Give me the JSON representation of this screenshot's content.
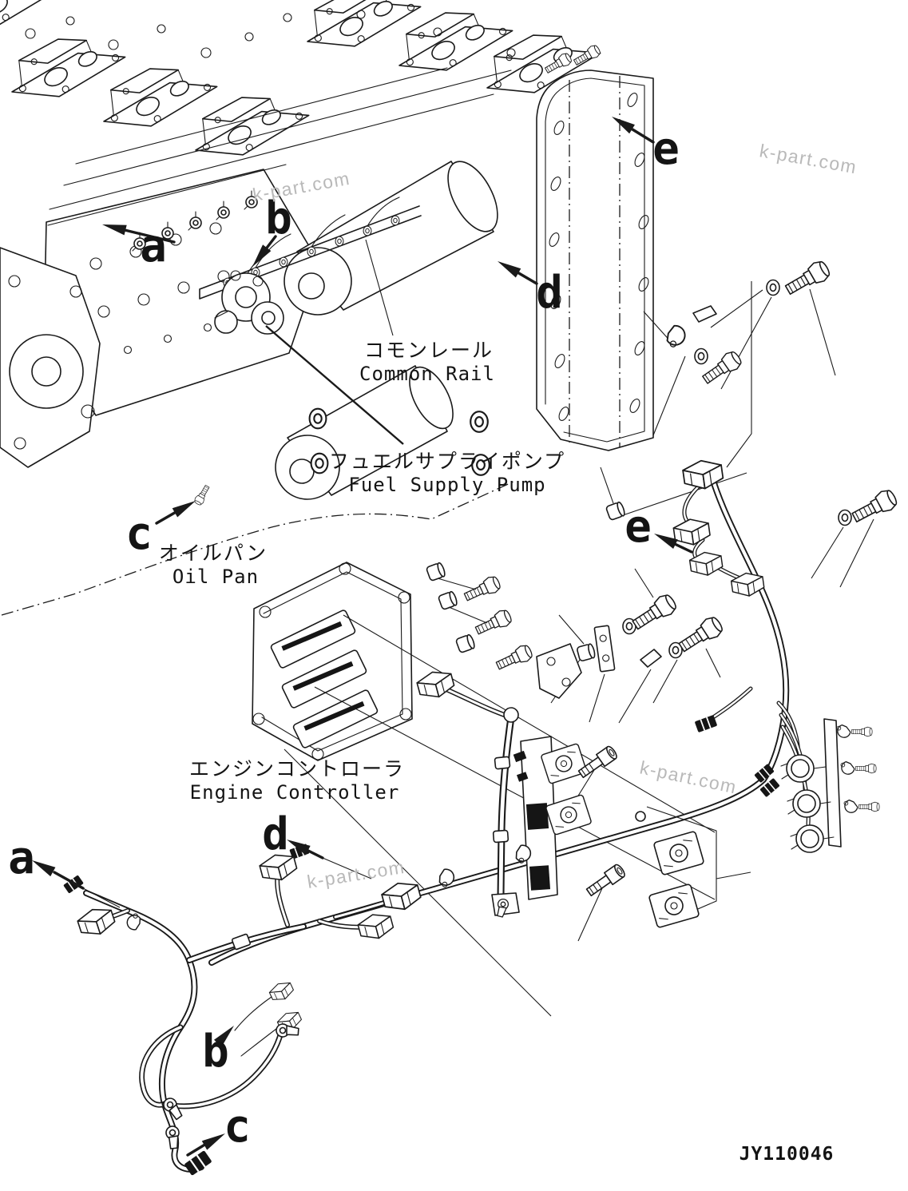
{
  "background": "#ffffff",
  "line_color": "#1a1a1a",
  "watermark": {
    "text": "k-part.com",
    "color": "#b9b9b9"
  },
  "drawing_number": "JY110046",
  "labels": {
    "common_rail_jp": "コモンレール",
    "common_rail_en": "Common Rail",
    "fuel_supply_pump_jp": "フュエルサプライポンプ",
    "fuel_supply_pump_en": "Fuel Supply Pump",
    "oil_pan_jp": "オイルパン",
    "oil_pan_en": "Oil Pan",
    "engine_controller_jp": "エンジンコントローラ",
    "engine_controller_en": "Engine Controller"
  },
  "callouts": {
    "a": "a",
    "b": "b",
    "c": "c",
    "d": "d",
    "e": "e"
  }
}
